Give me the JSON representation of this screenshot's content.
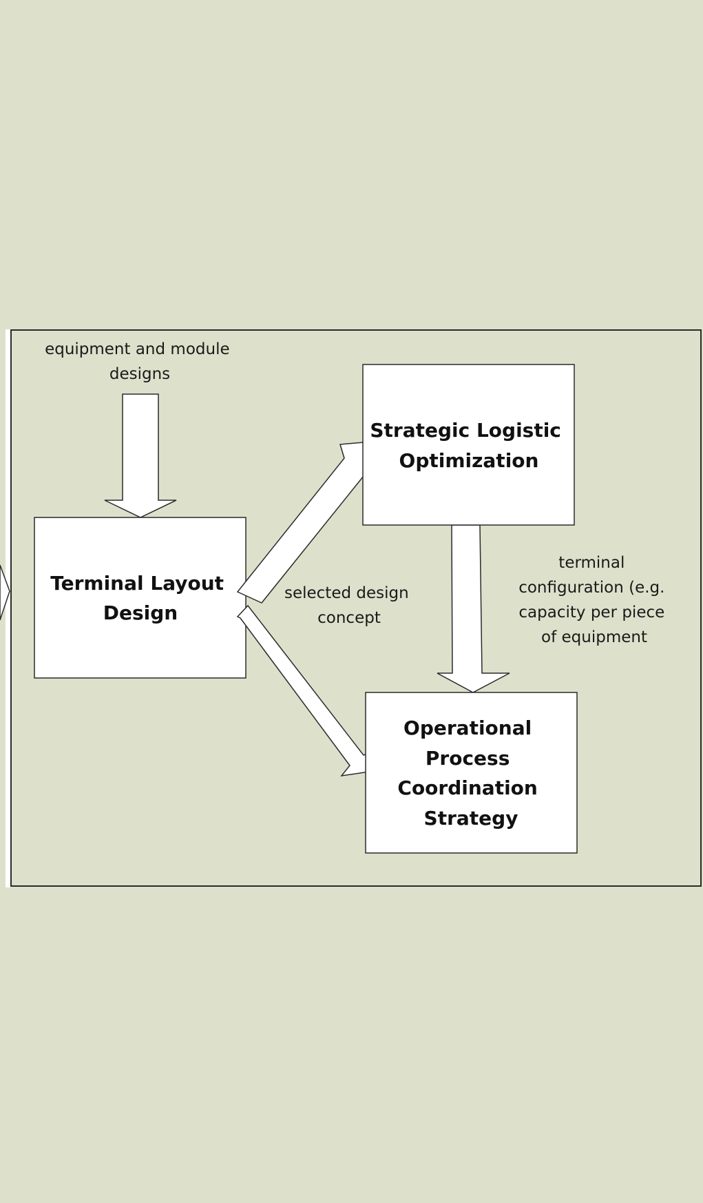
{
  "colors": {
    "background": "#dde1cb",
    "box_fill": "#ffffff",
    "stroke": "#2a2a2a",
    "text": "#111111"
  },
  "diagram": {
    "boxes": {
      "terminal_layout": {
        "lines": [
          "Terminal Layout",
          "Design"
        ]
      },
      "strategic_logistic": {
        "lines": [
          "Strategic Logistic",
          "Optimization"
        ]
      },
      "operational_process": {
        "lines": [
          "Operational",
          "Process",
          "Coordination",
          "Strategy"
        ]
      }
    },
    "labels": {
      "equipment_designs": {
        "lines": [
          "equipment and module",
          "designs"
        ]
      },
      "selected_concept": {
        "lines": [
          "selected design",
          "concept"
        ]
      },
      "terminal_configuration": {
        "lines": [
          "terminal",
          "configuration (e.g.",
          "capacity per piece",
          "of equipment"
        ]
      }
    },
    "arrows": [
      {
        "from": "equipment and module designs",
        "to": "Terminal Layout Design"
      },
      {
        "from": "Terminal Layout Design",
        "to": "Strategic Logistic Optimization"
      },
      {
        "from": "Terminal Layout Design",
        "to": "Operational Process Coordination Strategy"
      },
      {
        "from": "Strategic Logistic Optimization",
        "to": "Operational Process Coordination Strategy"
      }
    ]
  }
}
